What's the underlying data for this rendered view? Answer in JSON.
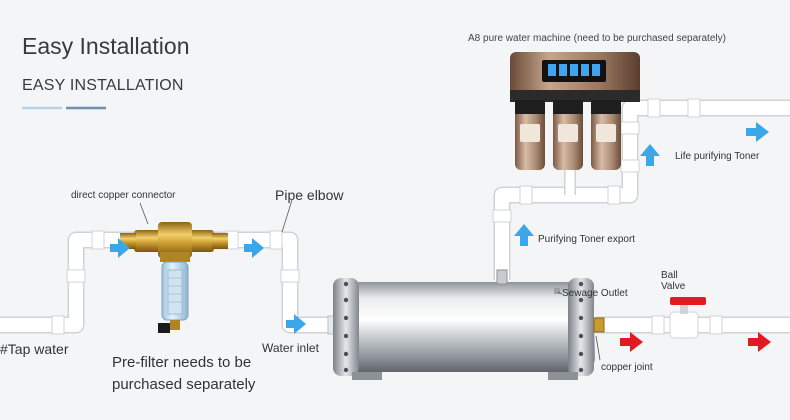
{
  "header": {
    "title": "Easy Installation",
    "subtitle": "EASY INSTALLATION"
  },
  "labels": {
    "machine": "A8 pure water machine (need to be purchased separately)",
    "copper_connector": "direct copper connector",
    "pipe_elbow": "Pipe elbow",
    "life_toner": "Life purifying Toner",
    "toner_export": "Purifying Toner export",
    "ball_valve_line1": "Ball",
    "ball_valve_line2": "Valve",
    "sewage_outlet": "Sewage Outlet",
    "tap_water": "#Tap water",
    "prefilter_line1": "Pre-filter needs to be",
    "prefilter_line2": "purchased separately",
    "water_inlet": "Water inlet",
    "copper_joint": "copper joint"
  },
  "colors": {
    "background": "#f4f5f7",
    "pipe": "#ffffff",
    "pipe_edge": "#d6d9de",
    "flow_in": "#3aa7e8",
    "flow_out": "#e21b23",
    "accent_line_1": "#b5d3ec",
    "accent_line_2": "#6f8fb0"
  },
  "icons": {
    "flow_in": "arrow-right-blue",
    "flow_up": "arrow-up-blue",
    "flow_out": "arrow-right-red"
  }
}
